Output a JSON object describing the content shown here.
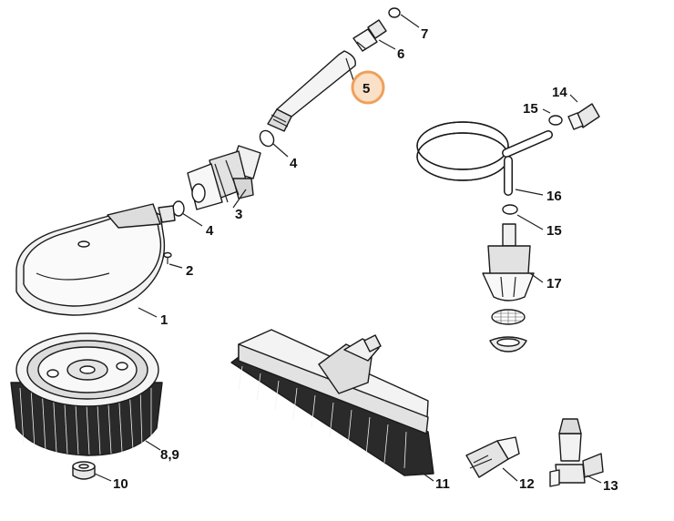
{
  "labels": {
    "p1": "1",
    "p2": "2",
    "p3": "3",
    "p4a": "4",
    "p4b": "4",
    "p5": "5",
    "p6": "6",
    "p7": "7",
    "p89": "8,9",
    "p10": "10",
    "p11": "11",
    "p12": "12",
    "p13": "13",
    "p14": "14",
    "p15a": "15",
    "p15b": "15",
    "p16": "16",
    "p17": "17"
  },
  "highlight": {
    "label": "5",
    "color": "#f0a05a"
  },
  "colors": {
    "ink": "#1a1a1a",
    "bristle": "#2a2a2a",
    "shade": "#e9e9e9"
  }
}
